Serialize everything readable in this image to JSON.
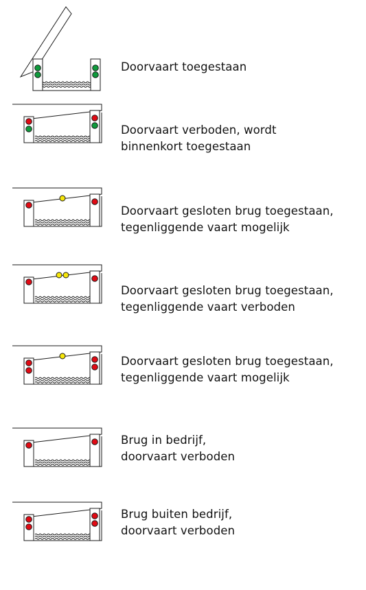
{
  "colors": {
    "red": "#e10a14",
    "green": "#0f9b3c",
    "yellow": "#f6e60a",
    "line": "#1a1a1a",
    "text": "#111111"
  },
  "signals": [
    {
      "bridge": "raised",
      "left_lights": [
        "green",
        "green"
      ],
      "right_lights": [
        "green",
        "green"
      ],
      "yellow_count": 0,
      "lines": [
        "Doorvaart toegestaan"
      ]
    },
    {
      "bridge": "closed",
      "left_lights": [
        "red",
        "green"
      ],
      "right_lights": [
        "red",
        "green"
      ],
      "yellow_count": 0,
      "lines": [
        "Doorvaart verboden, wordt",
        "binnenkort toegestaan"
      ]
    },
    {
      "bridge": "closed",
      "left_lights": [
        "red"
      ],
      "right_lights": [
        "red"
      ],
      "yellow_count": 1,
      "lines": [
        "Doorvaart gesloten brug toegestaan,",
        "tegenliggende vaart mogelijk"
      ]
    },
    {
      "bridge": "closed",
      "left_lights": [
        "red"
      ],
      "right_lights": [
        "red"
      ],
      "yellow_count": 2,
      "lines": [
        "Doorvaart gesloten brug toegestaan,",
        "tegenliggende vaart verboden"
      ]
    },
    {
      "bridge": "closed",
      "left_lights": [
        "red",
        "red"
      ],
      "right_lights": [
        "red",
        "red"
      ],
      "yellow_count": 1,
      "lines": [
        "Doorvaart gesloten brug toegestaan,",
        "tegenliggende vaart mogelijk"
      ]
    },
    {
      "bridge": "closed",
      "left_lights": [
        "red"
      ],
      "right_lights": [
        "red"
      ],
      "yellow_count": 0,
      "lines": [
        "Brug in bedrijf,",
        "doorvaart verboden"
      ]
    },
    {
      "bridge": "closed",
      "left_lights": [
        "red",
        "red"
      ],
      "right_lights": [
        "red",
        "red"
      ],
      "yellow_count": 0,
      "lines": [
        "Brug buiten bedrijf,",
        "doorvaart verboden"
      ]
    }
  ]
}
